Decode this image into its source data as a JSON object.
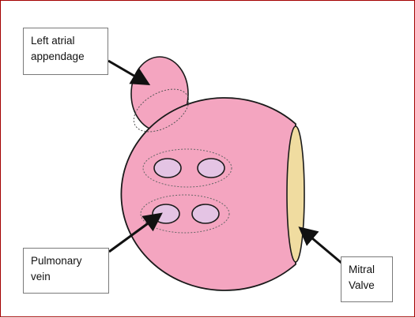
{
  "labels": {
    "left_atrial_appendage": "Left atrial\nappendage",
    "pulmonary_vein": "Pulmonary\nvein",
    "mitral_valve": "Mitral\nValve"
  },
  "colors": {
    "atrium_fill": "#f4a5c0",
    "vein_fill": "#e4c4e4",
    "valve_fill": "#f0dca0",
    "outline": "#1a1a1a",
    "frame_border": "#a30000"
  }
}
